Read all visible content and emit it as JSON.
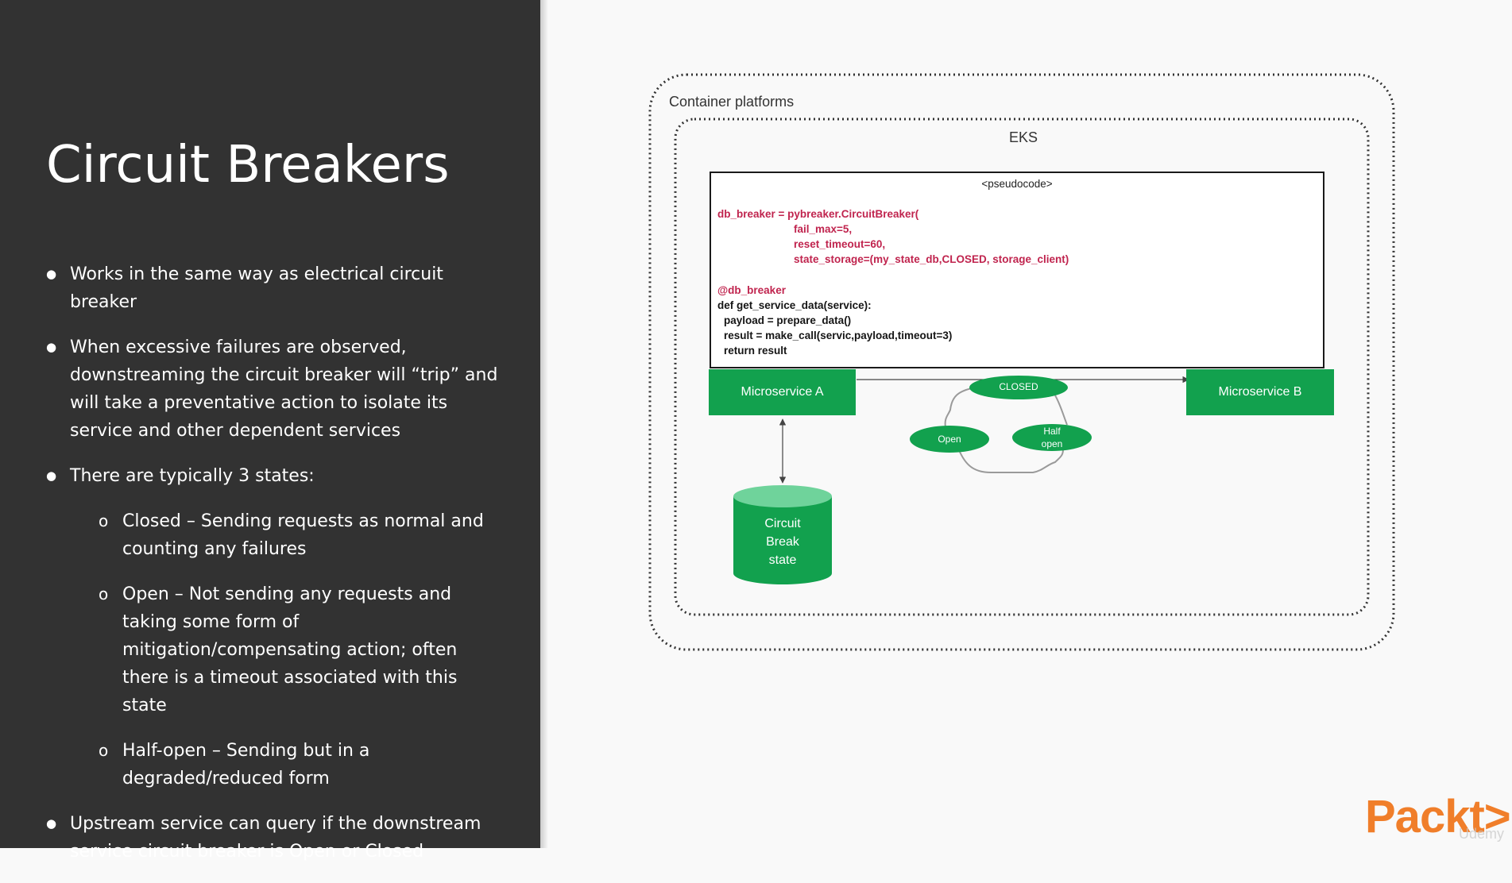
{
  "slide": {
    "title": "Circuit Breakers",
    "bullets": [
      "Works in the same way as electrical circuit breaker",
      "When excessive failures are observed, downstreaming the circuit breaker will “trip” and will take a preventative action to isolate its service and other dependent services",
      "There are typically 3 states:"
    ],
    "sub_bullets": [
      "Closed – Sending requests as normal and counting any failures",
      "Open – Not sending any requests and taking some form of mitigation/compensating action; often there is a timeout associated with this state",
      "Half-open – Sending but in a degraded/reduced form"
    ],
    "last_bullet": "Upstream service can query if the downstream service circuit breaker is Open or Closed"
  },
  "diagram": {
    "outer_label": "Container platforms",
    "inner_label": "EKS",
    "code": {
      "header": "<pseudocode>",
      "lines": [
        "db_breaker = pybreaker.CircuitBreaker(",
        "fail_max=5,",
        "reset_timeout=60,",
        "state_storage=(my_state_db,CLOSED, storage_client)",
        "@db_breaker",
        "def get_service_data(service):",
        "payload = prepare_data()",
        "result = make_call(servic,payload,timeout=3)",
        "return result"
      ]
    },
    "service_a": "Microservice A",
    "service_b": "Microservice B",
    "db_lines": [
      "Circuit",
      "Break",
      "state"
    ],
    "states": {
      "closed": "CLOSED",
      "open": "Open",
      "half_open_1": "Half",
      "half_open_2": "open"
    }
  },
  "branding": {
    "logo": "Packt>",
    "watermark": "Udemy"
  },
  "colors": {
    "left_panel": "#323232",
    "green": "#12a14e",
    "code_red": "#c0244e",
    "logo_orange": "#f07e2a"
  }
}
